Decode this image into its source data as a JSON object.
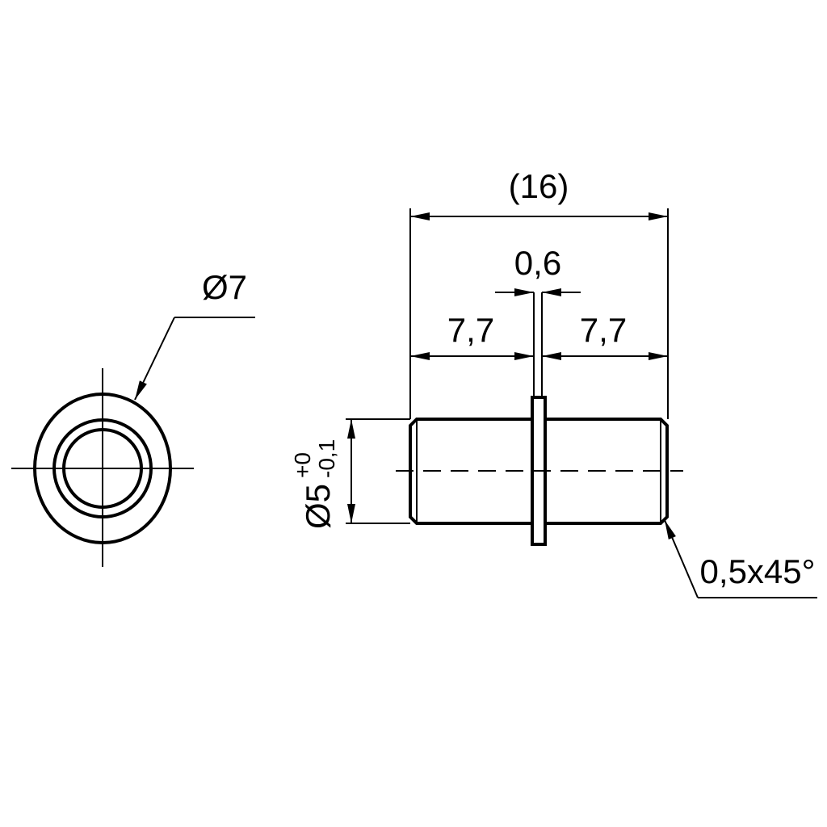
{
  "dimensions": {
    "outer_diameter": "Ø7",
    "overall_length": "(16)",
    "flange_thickness": "0,6",
    "left_length": "7,7",
    "right_length": "7,7",
    "shaft_diameter": "Ø5",
    "tol_upper": "+0",
    "tol_lower": "-0,1",
    "chamfer": "0,5x45°"
  },
  "colors": {
    "line": "#000000",
    "background": "#ffffff"
  }
}
